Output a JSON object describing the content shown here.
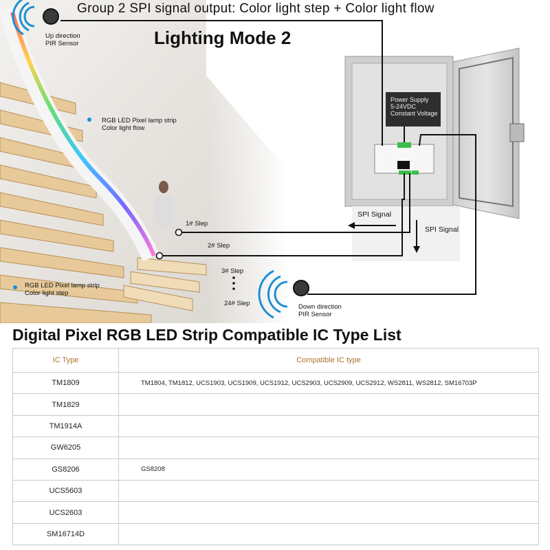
{
  "header": {
    "title": "Group 2 SPI signal output: Color light step + Color light flow",
    "mode_title": "Lighting Mode 2"
  },
  "diagram": {
    "up_sensor_label": [
      "Up direction",
      "PIR Sensor"
    ],
    "strip_flow_label": [
      "RGB LED Pixel lamp strip",
      "Color light flow"
    ],
    "strip_step_label": [
      "RGB LED Pixel lamp strip",
      "Color light step"
    ],
    "power_supply_label": [
      "Power Supply",
      "5-24VDC",
      "Constant Voltage"
    ],
    "spi_signal_left": "SPI Signal",
    "spi_signal_down": "SPI Signal",
    "step1": "1# Slep",
    "step2": "2# Slep",
    "step3": "3# Slep",
    "step24": "24# Slep",
    "down_sensor_label": [
      "Down direction",
      "PIR Sensor"
    ]
  },
  "table": {
    "title": "Digital Pixel RGB LED Strip Compatible IC Type List",
    "headers": [
      "IC Type",
      "Compatible IC type"
    ],
    "rows": [
      [
        "TM1809",
        "TM1804, TM1812, UCS1903, UCS1909, UCS1912, UCS2903, UCS2909, UCS2912, WS2811, WS2812, SM16703P"
      ],
      [
        "TM1829",
        ""
      ],
      [
        "TM1914A",
        ""
      ],
      [
        "GW6205",
        ""
      ],
      [
        "GS8206",
        "GS8208"
      ],
      [
        "UCS5603",
        ""
      ],
      [
        "UCS2603",
        ""
      ],
      [
        "SM16714D",
        ""
      ]
    ]
  },
  "colors": {
    "accent_header": "#a8742c",
    "wire": "#111111",
    "cabinet": "#dcdcdc",
    "step_light": "#d8b27a"
  },
  "icons": [
    "pir-sensor-icon",
    "signal-waves-icon",
    "controller-icon",
    "power-supply-icon",
    "cabinet-icon"
  ]
}
